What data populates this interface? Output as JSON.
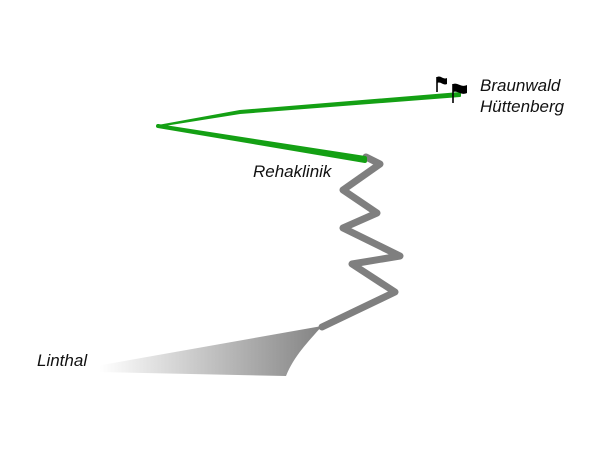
{
  "labels": {
    "braunwald": "Braunwald",
    "huettenberg": "Hüttenberg",
    "rehaklinik": "Rehaklinik",
    "linthal": "Linthal"
  },
  "colors": {
    "background": "#ffffff",
    "green_route": "#14a014",
    "grey_route": "#7f7f7f",
    "flag": "#000000",
    "text": "#111111"
  },
  "icons": [
    "flag-icon",
    "flag-icon"
  ]
}
